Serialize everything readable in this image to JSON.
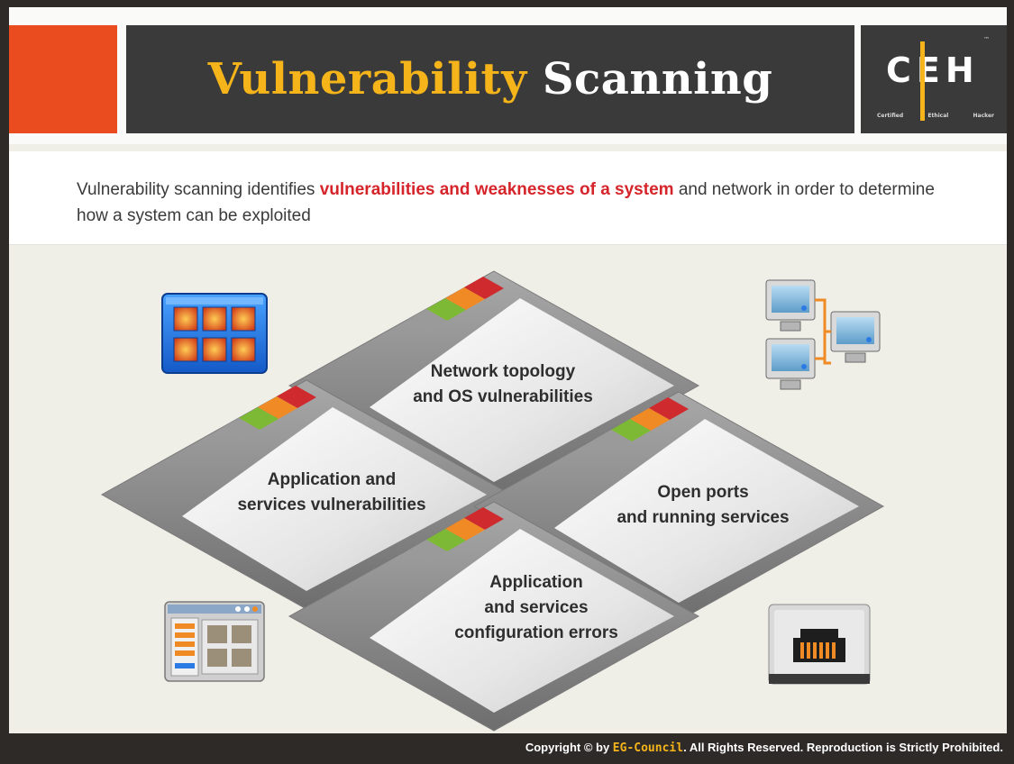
{
  "header": {
    "title_word1": "Vulnerability",
    "title_word2": "Scanning",
    "logo": {
      "letters": "CEH",
      "tm": "™",
      "sub": [
        "Certified",
        "Ethical",
        "Hacker"
      ]
    }
  },
  "intro": {
    "before": "Vulnerability scanning identifies ",
    "highlight": "vulnerabilities and weaknesses of a system",
    "after": " and network in order to determine how a system can be exploited"
  },
  "diamonds": [
    {
      "lines": [
        "Network topology",
        "and OS vulnerabilities"
      ]
    },
    {
      "lines": [
        "Application and",
        "services vulnerabilities"
      ]
    },
    {
      "lines": [
        "Open ports",
        "and running services"
      ]
    },
    {
      "lines": [
        "Application",
        "and services",
        "configuration errors"
      ]
    }
  ],
  "icons": [
    "app-grid-icon",
    "network-computers-icon",
    "window-panel-icon",
    "network-port-icon"
  ],
  "footer": {
    "pre": "Copyright © by ",
    "brand": "EG-Council",
    "post": ". All Rights Reserved. Reproduction is Strictly Prohibited."
  },
  "colors": {
    "accent_orange": "#ea4b1f",
    "title_yellow": "#f4b41a",
    "highlight_red": "#d6242b",
    "band_green": "#7db935",
    "band_orange": "#f08a24",
    "band_red": "#cf2a2e"
  }
}
